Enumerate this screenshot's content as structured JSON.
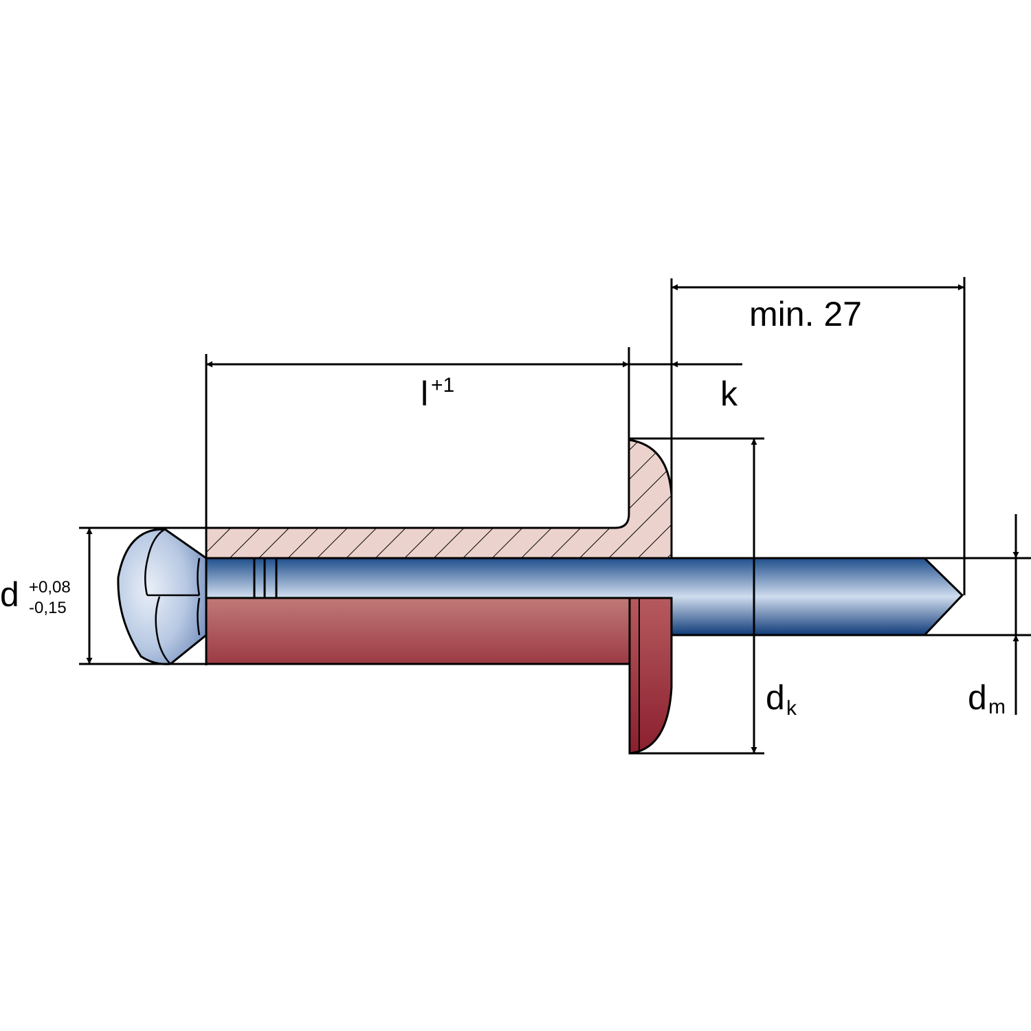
{
  "labels": {
    "length_main": "l",
    "length_tol": "+1",
    "head_height": "k",
    "mandrel_min": "min. 27",
    "diameter": "d",
    "diameter_tol_upper": "+0,08",
    "diameter_tol_lower": "-0,15",
    "head_diameter_base": "d",
    "head_diameter_sub": "k",
    "mandrel_diameter_base": "d",
    "mandrel_diameter_sub": "m"
  },
  "colors": {
    "rivet_body": "#b5585c",
    "rivet_section": "#ecd2cc",
    "mandrel": "#2a6fb0",
    "mandrel_head": "#b9cbe6"
  }
}
